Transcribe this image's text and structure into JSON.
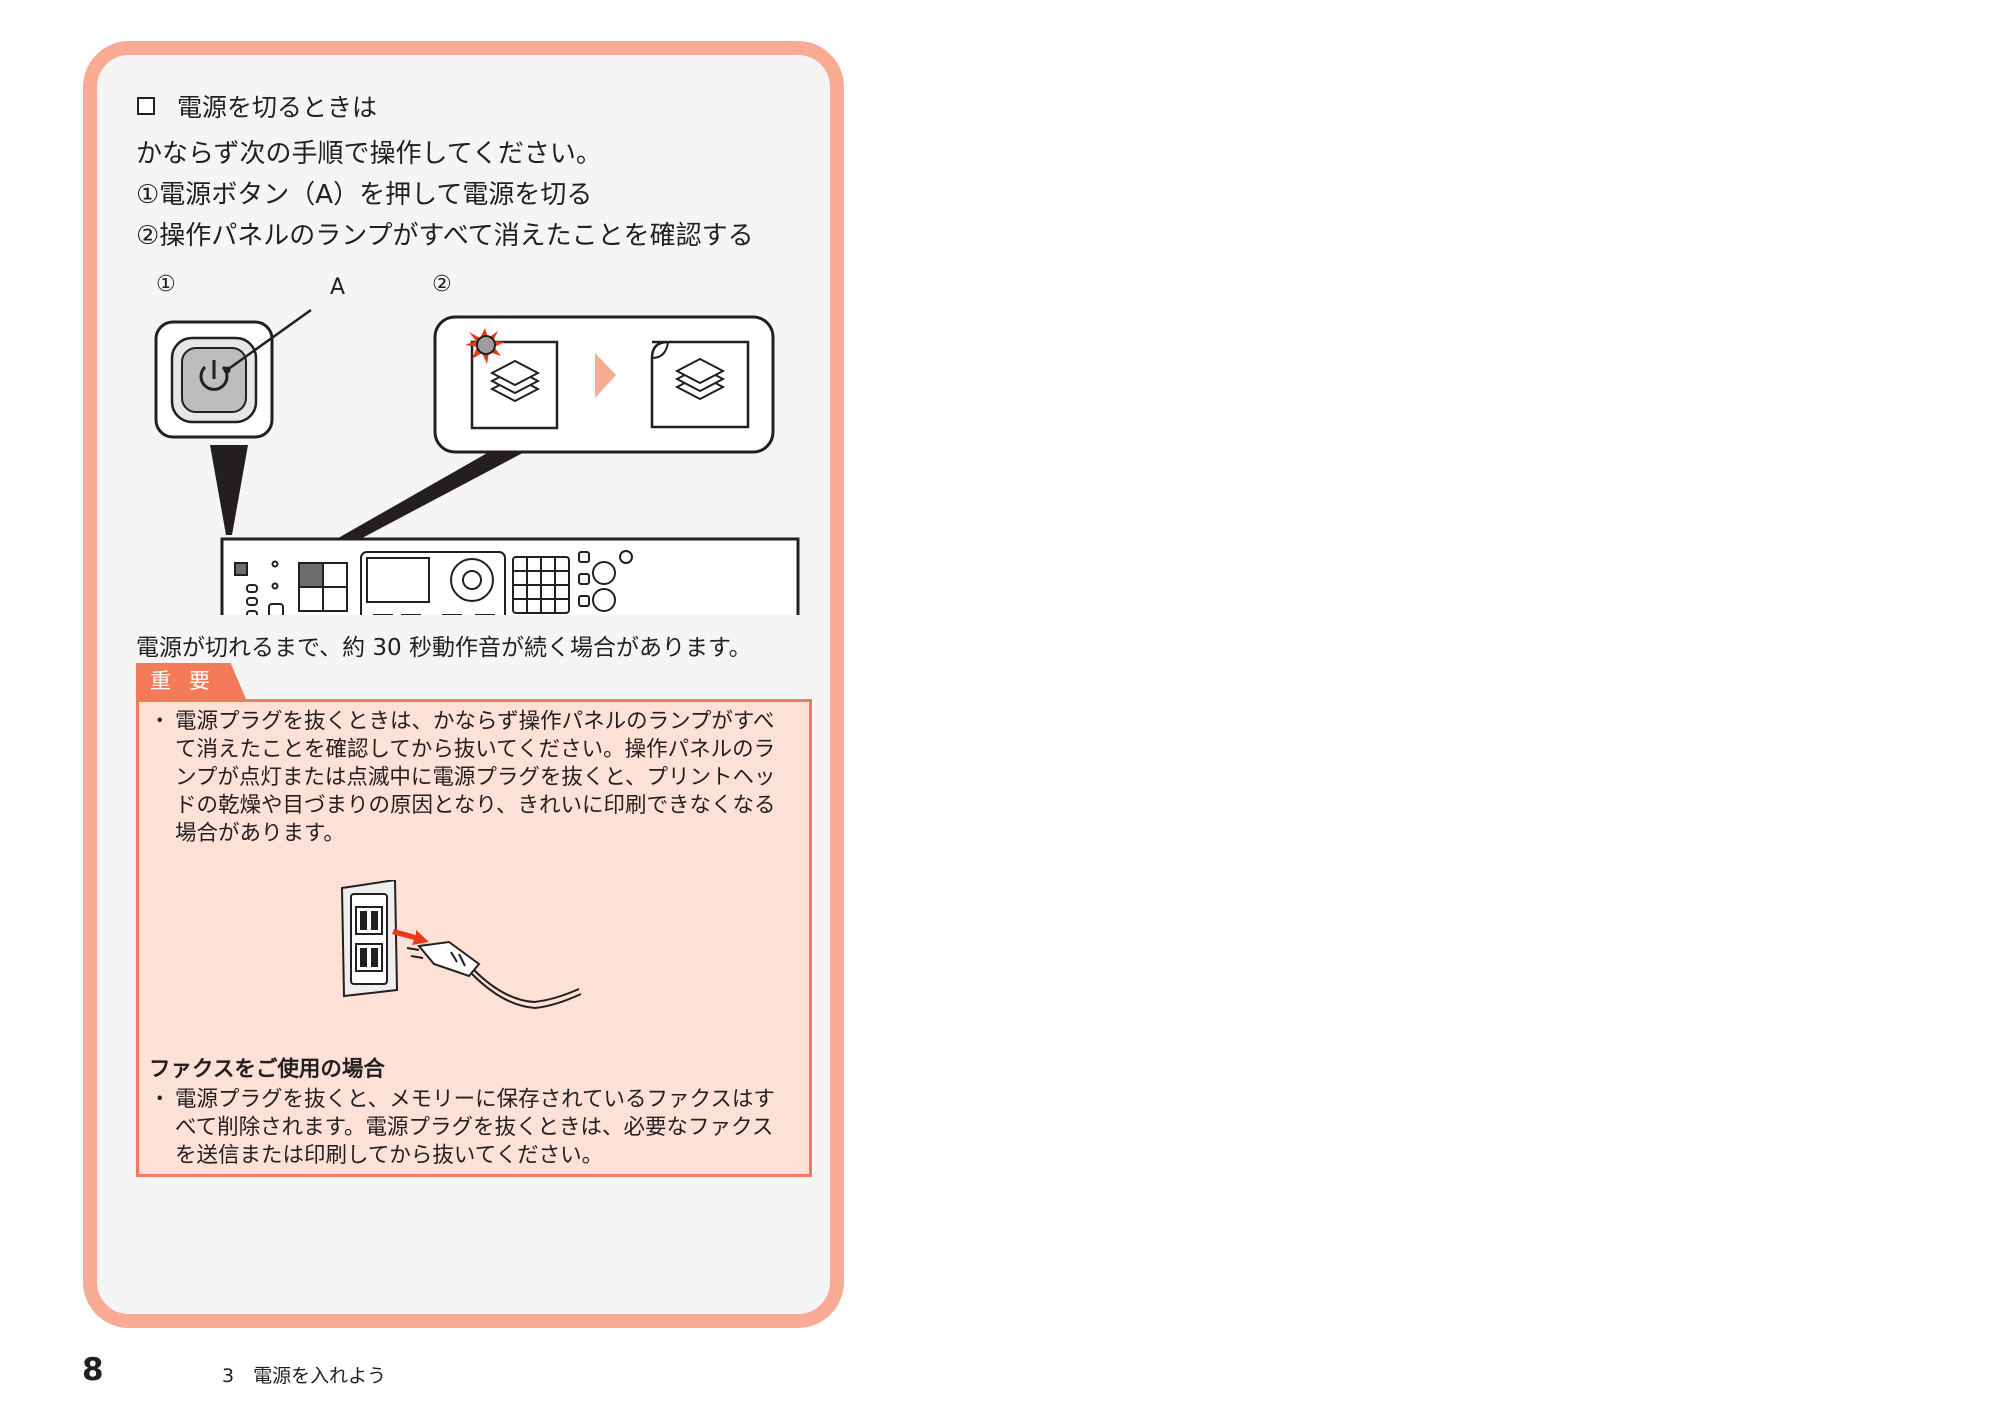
{
  "heading": "電源を切るときは",
  "intro": "かならず次の手順で操作してください。",
  "step1": "①電源ボタン（A）を押して電源を切る",
  "step2": "②操作パネルのランプがすべて消えたことを確認する",
  "figure": {
    "label1": "①",
    "label2": "②",
    "label_a": "A"
  },
  "note": "電源が切れるまで、約 30 秒動作音が続く場合があります。",
  "important": {
    "tab": "重要",
    "bullet1_lines": [
      "電源プラグを抜くときは、かならず操作パネルのランプがすべ",
      "て消えたことを確認してから抜いてください。操作パネルのラ",
      "ンプが点灯または点滅中に電源プラグを抜くと、プリントヘッ",
      "ドの乾燥や目づまりの原因となり、きれいに印刷できなくなる",
      "場合があります。"
    ],
    "fax_title": "ファクスをご使用の場合",
    "bullet2_lines": [
      "電源プラグを抜くと、メモリーに保存されているファクスはす",
      "べて削除されます。電源プラグを抜くときは、必要なファクス",
      "を送信または印刷してから抜いてください。"
    ],
    "bullet_mark": "・"
  },
  "footer": {
    "page_number": "8",
    "section": "3　電源を入れよう"
  },
  "colors": {
    "panel_border": "#f9ab93",
    "accent": "#f57a5a",
    "important_bg": "#fde0d6"
  }
}
